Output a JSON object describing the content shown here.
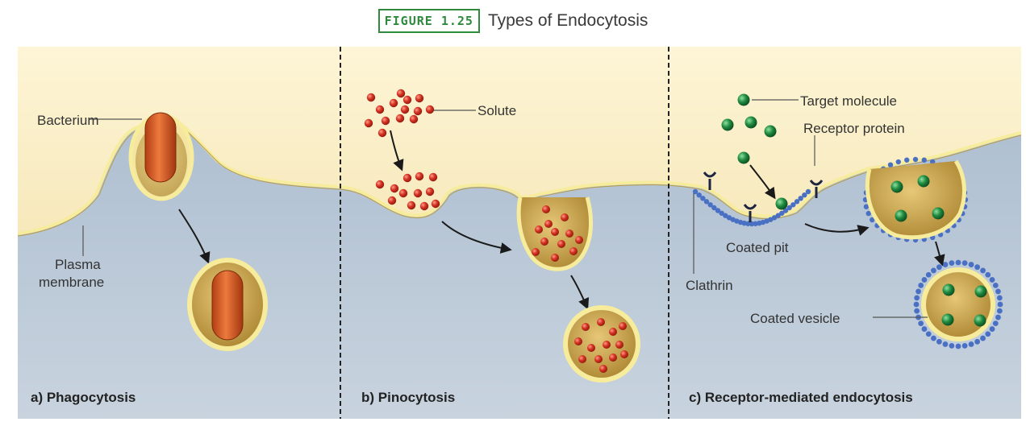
{
  "figure": {
    "number": "FIGURE 1.25",
    "title": "Types of Endocytosis"
  },
  "panels": [
    {
      "caption": "a) Phagocytosis",
      "labels": {
        "bacterium": "Bacterium",
        "plasma_line1": "Plasma",
        "plasma_line2": "membrane"
      }
    },
    {
      "caption": "b) Pinocytosis",
      "labels": {
        "solute": "Solute"
      }
    },
    {
      "caption": "c) Receptor-mediated endocytosis",
      "labels": {
        "target": "Target molecule",
        "receptor": "Receptor protein",
        "coated_pit": "Coated pit",
        "clathrin": "Clathrin",
        "coated_vesicle": "Coated vesicle"
      }
    }
  ],
  "colors": {
    "extracellular": "#f5e3b0",
    "cytoplasm": "#b4c4d4",
    "membrane": "#f2e6a0",
    "vesicle_fill": "#c49a3a",
    "bacterium": "#d0541e",
    "solute": "#cf2e24",
    "target": "#1d7a3a",
    "clathrin": "#4a70c4",
    "receptor": "#1e2540",
    "divider": "#222222"
  }
}
